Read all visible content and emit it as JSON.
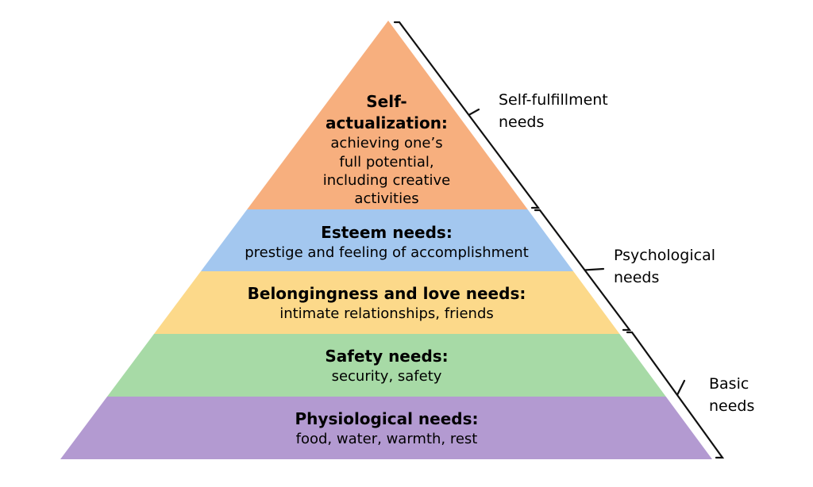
{
  "pyramid": {
    "tiers": [
      {
        "title_lines": [
          "Self-",
          "actualization:"
        ],
        "desc_lines": [
          "achieving one’s",
          "full potential,",
          "including creative",
          "activities"
        ],
        "color": "#F7AF7E"
      },
      {
        "title_lines": [
          "Esteem needs:"
        ],
        "desc_lines": [
          "prestige and feeling of accomplishment"
        ],
        "color": "#A3C7EF"
      },
      {
        "title_lines": [
          "Belongingness and love needs:"
        ],
        "desc_lines": [
          "intimate relationships, friends"
        ],
        "color": "#FCD98A"
      },
      {
        "title_lines": [
          "Safety needs:"
        ],
        "desc_lines": [
          "security, safety"
        ],
        "color": "#A7DAA6"
      },
      {
        "title_lines": [
          "Physiological needs:"
        ],
        "desc_lines": [
          "food, water, warmth, rest"
        ],
        "color": "#B39AD1"
      }
    ]
  },
  "groups": [
    {
      "label_lines": [
        "Self-fulfillment",
        "needs"
      ]
    },
    {
      "label_lines": [
        "Psychological",
        "needs"
      ]
    },
    {
      "label_lines": [
        "Basic",
        "needs"
      ]
    }
  ]
}
